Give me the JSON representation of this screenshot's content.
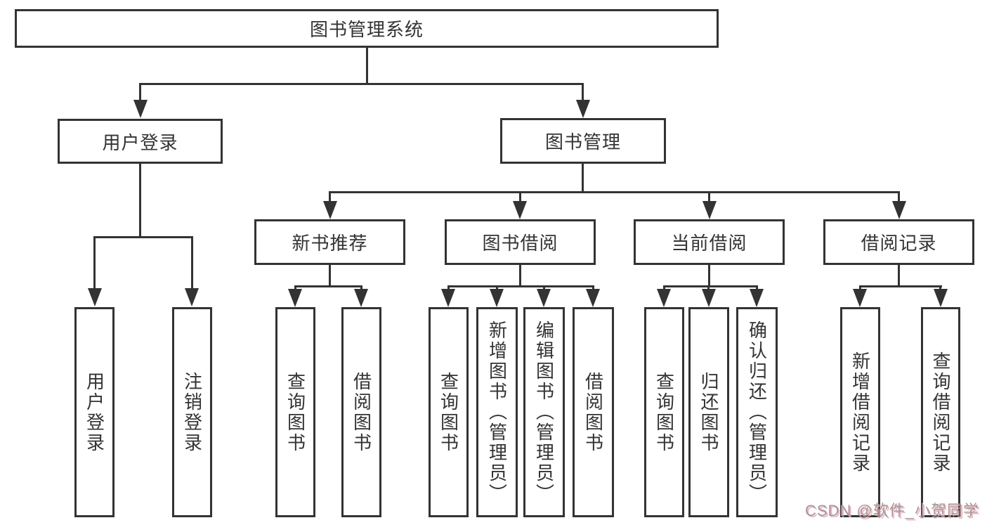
{
  "diagram": {
    "title": "图书管理系统",
    "branches": [
      {
        "label": "用户登录",
        "children": [
          {
            "label": "用户登录"
          },
          {
            "label": "注销登录"
          }
        ]
      },
      {
        "label": "图书管理",
        "children": [
          {
            "label": "新书推荐",
            "children": [
              {
                "label": "查询图书"
              },
              {
                "label": "借阅图书"
              }
            ]
          },
          {
            "label": "图书借阅",
            "children": [
              {
                "label": "查询图书"
              },
              {
                "label": "新增图书（管理员）"
              },
              {
                "label": "编辑图书（管理员）"
              },
              {
                "label": "借阅图书"
              }
            ]
          },
          {
            "label": "当前借阅",
            "children": [
              {
                "label": "查询图书"
              },
              {
                "label": "归还图书"
              },
              {
                "label": "确认归还（管理员）"
              }
            ]
          },
          {
            "label": "借阅记录",
            "children": [
              {
                "label": "新增借阅记录"
              },
              {
                "label": "查询借阅记录"
              }
            ]
          }
        ]
      }
    ]
  },
  "watermark": {
    "text": "CSDN @软件_小贺同学"
  },
  "colors": {
    "line": "#333333",
    "box_border": "#333333",
    "text": "#333333",
    "background": "#ffffff",
    "watermark_text": "#9b9b9b",
    "watermark_shadow": "#f7a0b2"
  }
}
